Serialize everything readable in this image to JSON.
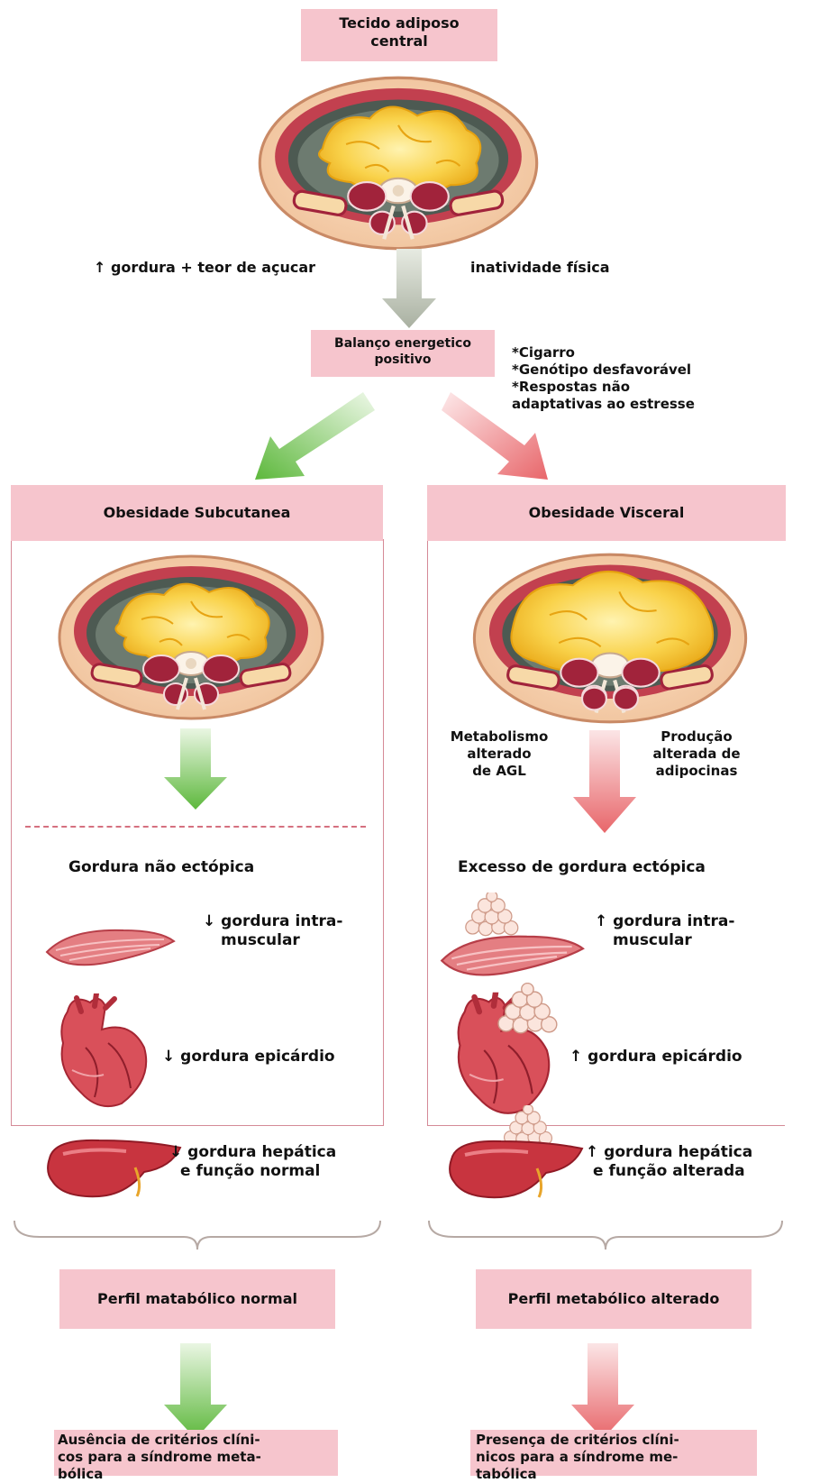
{
  "top": {
    "title_line1": "Tecido adiposo",
    "title_line2": "central",
    "left_cause": "↑ gordura + teor de açucar",
    "right_cause": "inatividade física",
    "balance_line1": "Balanço energetico",
    "balance_line2": "positivo",
    "factors": [
      "*Cigarro",
      "*Genótipo desfavorável",
      "*Respostas não",
      "adaptativas ao estresse"
    ]
  },
  "left": {
    "header": "Obesidade Subcutanea",
    "section_title": "Gordura não ectópica",
    "muscle_line1": "↓ gordura intra-",
    "muscle_line2": "muscular",
    "heart": "↓ gordura epicárdio",
    "liver_line1": "↓ gordura hepática",
    "liver_line2": "e função normal",
    "profile": "Perfil matabólico normal",
    "criteria_line1": "Ausência de critérios clíni-",
    "criteria_line2": "cos para a síndrome meta-",
    "criteria_line3": "bólica"
  },
  "right": {
    "header": "Obesidade Visceral",
    "metab_line1": "Metabolismo",
    "metab_line2": "alterado",
    "metab_line3": "de AGL",
    "prod_line1": "Produção",
    "prod_line2": "alterada de",
    "prod_line3": "adipocinas",
    "section_title": "Excesso de gordura ectópica",
    "muscle_line1": "↑ gordura intra-",
    "muscle_line2": "muscular",
    "heart": "↑ gordura epicárdio",
    "liver_line1": "↑ gordura hepática",
    "liver_line2": "e função alterada",
    "profile": "Perfil metabólico alterado",
    "criteria_line1": "Presença de critérios clíni-",
    "criteria_line2": "nicos para a síndrome me-",
    "criteria_line3": "tabólica"
  },
  "colors": {
    "pink_box": "#f6c5cd",
    "green_arrow": "#6cc04a",
    "red_arrow": "#ec6f72",
    "grey_arrow": "#b7bdb0",
    "fat_yellow": "#f7c21e",
    "muscle_red": "#a1233b"
  }
}
